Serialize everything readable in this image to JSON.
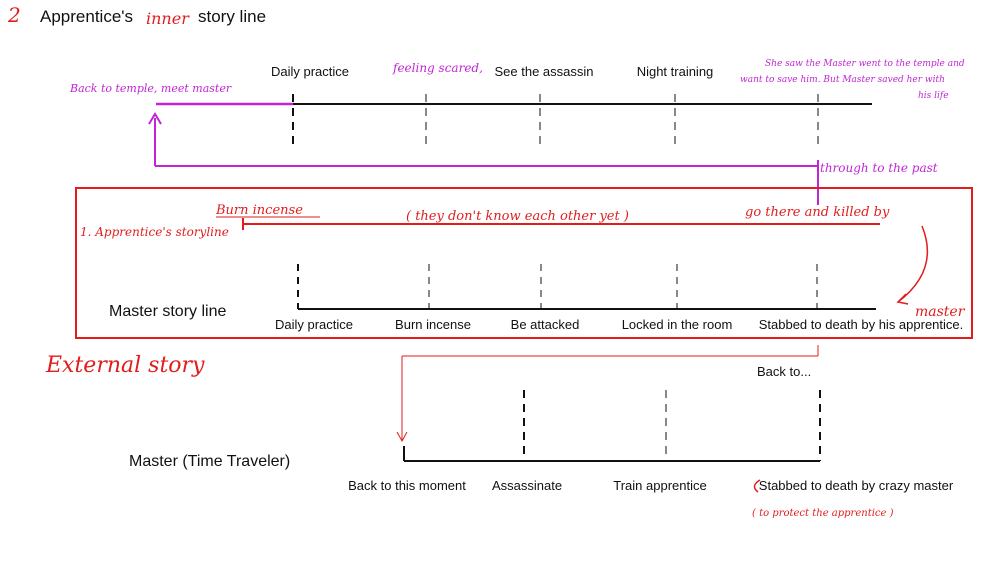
{
  "title": {
    "number": "2",
    "prefix": "Apprentice's",
    "inner_word": "inner",
    "suffix": "story line"
  },
  "apprentice_timeline": {
    "start_note": "Back to temple, meet master",
    "events": [
      "Daily practice",
      "See the assassin",
      "Night training"
    ],
    "feeling_note": "feeling scared,",
    "end_note": "She saw the Master went to the temple and want to save him. But Master saved her with his life",
    "return_note": "through to the past"
  },
  "external_box": {
    "apprentice_storyline_label": "1. Apprentice's storyline",
    "burn_incense_note": "Burn incense",
    "middle_note": "( they don't know each other yet )",
    "go_there_note": "go there and killed by",
    "master_note": "master",
    "master_line_label": "Master story line",
    "master_events": [
      "Daily practice",
      "Burn incense",
      "Be attacked",
      "Locked in the room",
      "Stabbed to death by his apprentice."
    ]
  },
  "external_label": "External story",
  "back_to_label": "Back to...",
  "time_traveler": {
    "label": "Master (Time Traveler)",
    "events": [
      "Back to this moment",
      "Assassinate",
      "Train apprentice",
      "Stabbed to death by crazy master"
    ],
    "protect_note": "( to protect the apprentice )"
  },
  "colors": {
    "black": "#111111",
    "purple": "#c026d3",
    "red": "#e11d1d"
  }
}
